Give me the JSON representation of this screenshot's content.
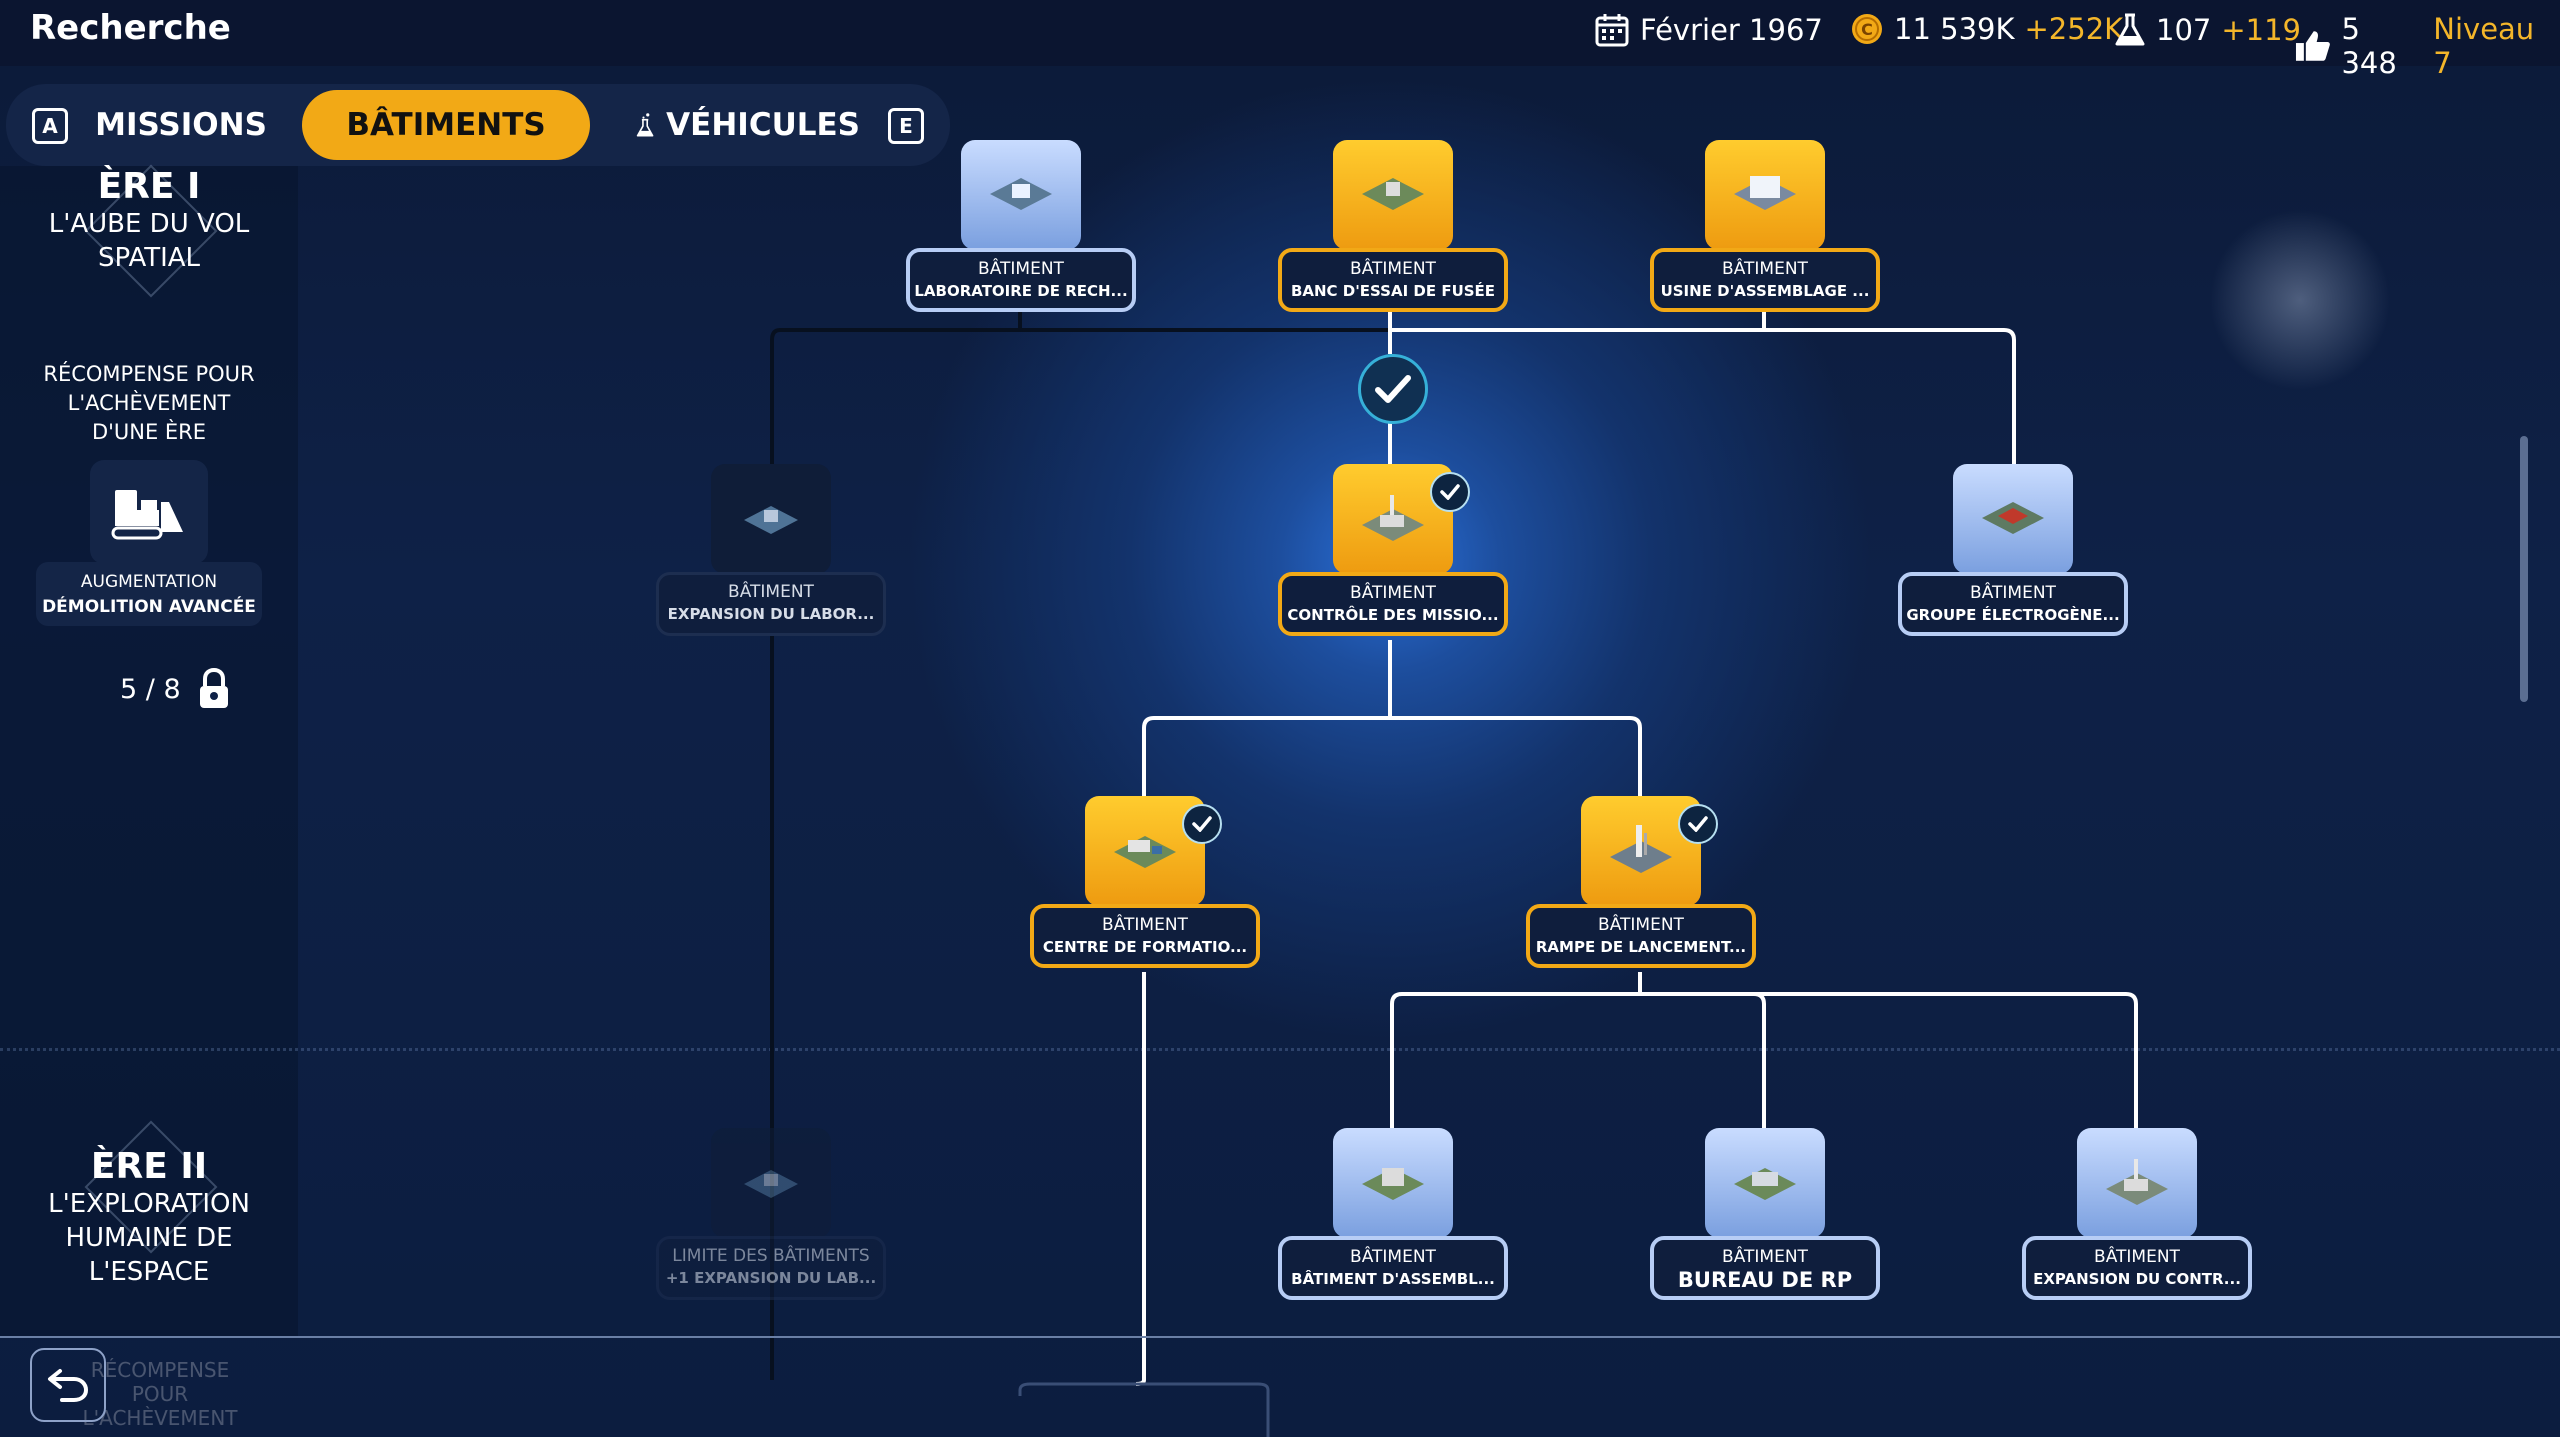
{
  "header": {
    "title": "Recherche",
    "date": "Février 1967",
    "money": "11 539K",
    "money_gain": "+252K",
    "science": "107",
    "science_gain": "+119",
    "reputation": "5 348",
    "level": "Niveau 7"
  },
  "tabs": {
    "left_key": "A",
    "right_key": "E",
    "items": [
      {
        "label": "MISSIONS"
      },
      {
        "label": "BÂTIMENTS"
      },
      {
        "label": "VÉHICULES"
      }
    ],
    "active": "BÂTIMENTS"
  },
  "sidebar": {
    "era1": {
      "number": "ÈRE I",
      "name_lines": [
        "L'AUBE DU VOL",
        "SPATIAL"
      ],
      "reward_title_lines": [
        "RÉCOMPENSE POUR",
        "L'ACHÈVEMENT",
        "D'UNE ÈRE"
      ],
      "reward_type": "AUGMENTATION",
      "reward_name": "DÉMOLITION AVANCÉE",
      "progress": "5 / 8"
    },
    "era2": {
      "number": "ÈRE II",
      "name_lines": [
        "L'EXPLORATION",
        "HUMAINE DE",
        "L'ESPACE"
      ],
      "ghost_lines": [
        "RÉCOMPENSE POUR",
        "L'ACHÈVEMENT"
      ]
    }
  },
  "nodes": [
    {
      "type": "BÂTIMENT",
      "name": "LABORATOIRE DE RECH...",
      "state": "avail"
    },
    {
      "type": "BÂTIMENT",
      "name": "BANC D'ESSAI DE FUSÉE",
      "state": "done"
    },
    {
      "type": "BÂTIMENT",
      "name": "USINE D'ASSEMBLAGE ...",
      "state": "done"
    },
    {
      "type": "BÂTIMENT",
      "name": "EXPANSION DU LABOR...",
      "state": "locked"
    },
    {
      "type": "BÂTIMENT",
      "name": "CONTRÔLE DES MISSIO...",
      "state": "done"
    },
    {
      "type": "BÂTIMENT",
      "name": "GROUPE ÉLECTROGÈNE...",
      "state": "avail"
    },
    {
      "type": "BÂTIMENT",
      "name": "CENTRE DE FORMATIO...",
      "state": "done"
    },
    {
      "type": "BÂTIMENT",
      "name": "RAMPE DE LANCEMENT...",
      "state": "done"
    },
    {
      "type": "LIMITE DES BÂTIMENTS",
      "name": "+1 EXPANSION DU LAB...",
      "state": "locked"
    },
    {
      "type": "BÂTIMENT",
      "name": "BÂTIMENT D'ASSEMBL...",
      "state": "avail"
    },
    {
      "type": "BÂTIMENT",
      "name": "BUREAU DE RP",
      "state": "avail"
    },
    {
      "type": "BÂTIMENT",
      "name": "EXPANSION DU CONTR...",
      "state": "avail"
    }
  ],
  "colors": {
    "accent": "#f2a916",
    "available": "#b7cdf5",
    "background": "#0e2147"
  }
}
